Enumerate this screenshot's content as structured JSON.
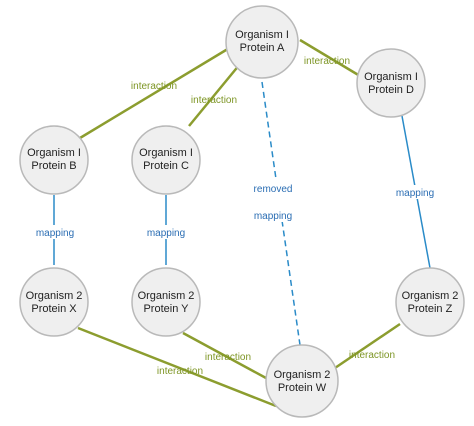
{
  "colors": {
    "interaction": "#8c9d2f",
    "interaction_text": "#7d9524",
    "mapping": "#2a8bc8",
    "mapping_text": "#2a6db3"
  },
  "nodes": {
    "a": {
      "line1": "Organism I",
      "line2": "Protein A"
    },
    "b": {
      "line1": "Organism I",
      "line2": "Protein B"
    },
    "c": {
      "line1": "Organism I",
      "line2": "Protein C"
    },
    "d": {
      "line1": "Organism I",
      "line2": "Protein D"
    },
    "x": {
      "line1": "Organism 2",
      "line2": "Protein X"
    },
    "y": {
      "line1": "Organism 2",
      "line2": "Protein Y"
    },
    "w": {
      "line1": "Organism 2",
      "line2": "Protein W"
    },
    "z": {
      "line1": "Organism 2",
      "line2": "Protein Z"
    }
  },
  "edges": {
    "a_b": {
      "label": "interaction",
      "kind": "interaction"
    },
    "a_c": {
      "label": "interaction",
      "kind": "interaction"
    },
    "a_d": {
      "label": "interaction",
      "kind": "interaction"
    },
    "b_x": {
      "label": "mapping",
      "kind": "mapping"
    },
    "c_y": {
      "label": "mapping",
      "kind": "mapping"
    },
    "d_z": {
      "label": "mapping",
      "kind": "mapping"
    },
    "a_w": {
      "label_line1": "removed",
      "label_line2": "mapping",
      "kind": "removed-mapping"
    },
    "x_w": {
      "label": "interaction",
      "kind": "interaction"
    },
    "y_w": {
      "label": "interaction",
      "kind": "interaction"
    },
    "z_w": {
      "label": "interaction",
      "kind": "interaction"
    }
  }
}
